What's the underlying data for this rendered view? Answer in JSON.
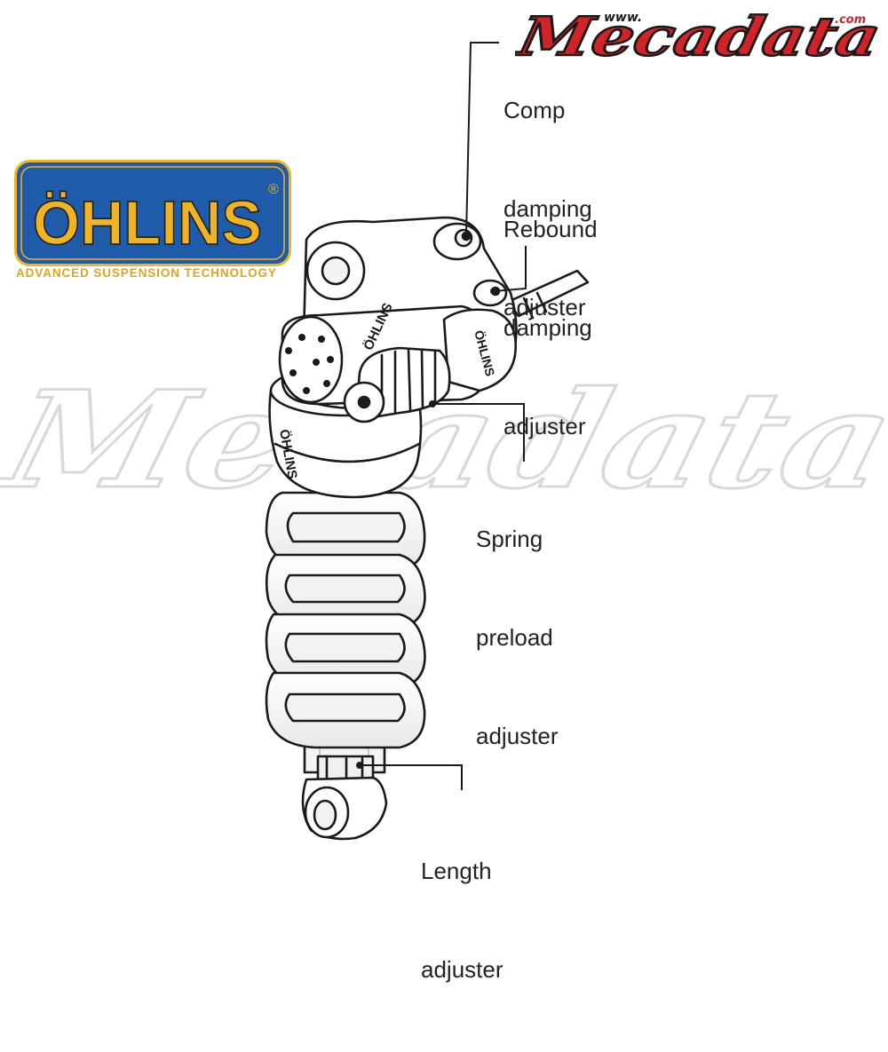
{
  "brand": {
    "name": "ÖHLINS",
    "registered_mark": "®",
    "tagline": "ADVANCED SUSPENSION TECHNOLOGY",
    "colors": {
      "badge_blue": "#1f5ba8",
      "badge_yellow": "#f0b323"
    }
  },
  "watermark": {
    "site_prefix": "www.",
    "name": "Mecadata",
    "site_suffix": ".com",
    "colors": {
      "logo_red": "#d2232a"
    }
  },
  "callouts": {
    "compression": {
      "line1": "Comp",
      "line2": "damping",
      "line3": "adjuster"
    },
    "rebound": {
      "line1": "Rebound",
      "line2": "damping",
      "line3": "adjuster"
    },
    "spring_preload": {
      "line1": "Spring",
      "line2": "preload",
      "line3": "adjuster"
    },
    "length": {
      "line1": "Length",
      "line2": "adjuster"
    }
  },
  "product_marks": {
    "label": "ÖHLINS"
  }
}
